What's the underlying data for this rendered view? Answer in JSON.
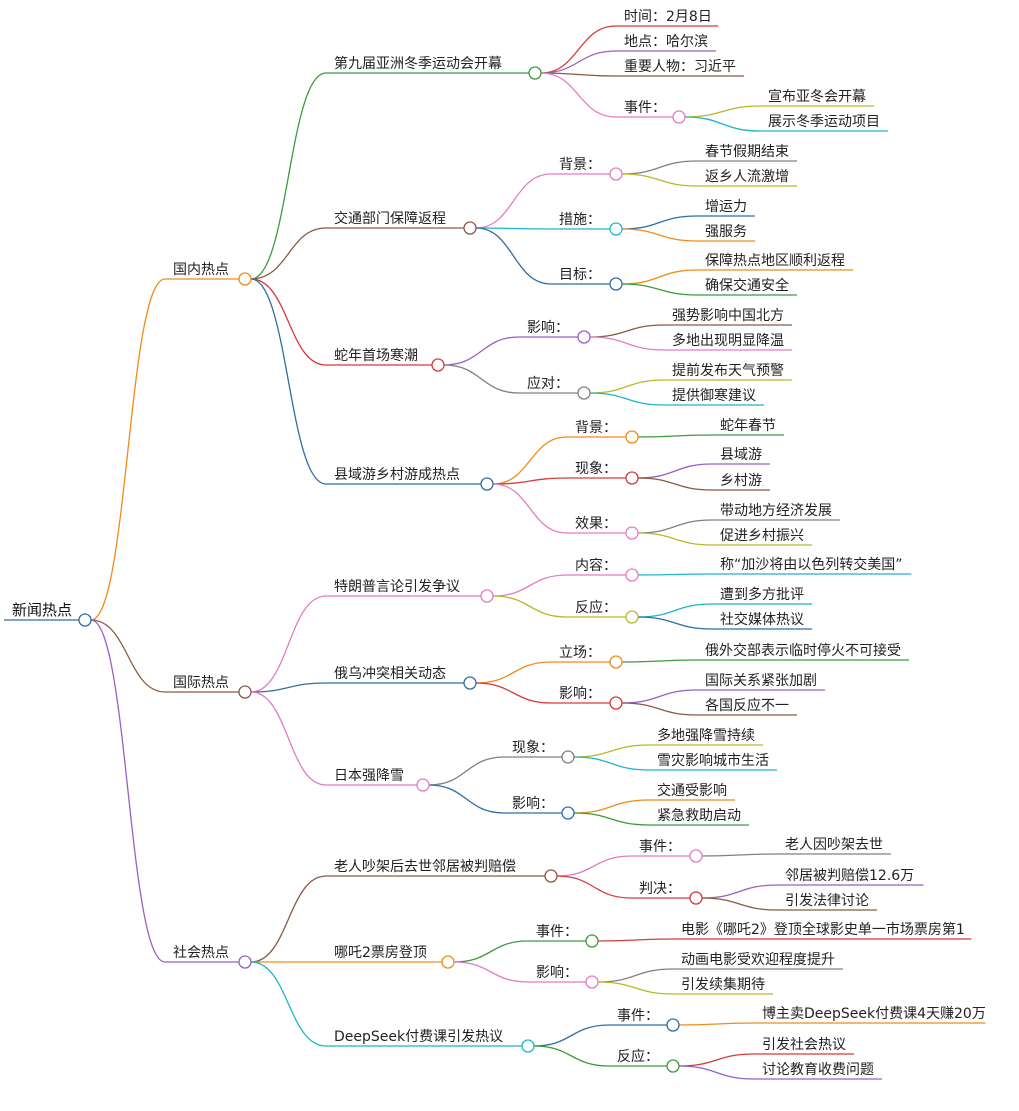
{
  "mindmap": {
    "root": {
      "label": "新闻热点",
      "color": "#2f6ea5",
      "children": [
        {
          "label": "国内热点",
          "color": "#ef8b1a",
          "children": [
            {
              "label": "第九届亚洲冬季运动会开幕",
              "color": "#3d9a3d",
              "children": [
                {
                  "label": "时间：2月8日",
                  "color": "#d63a3a"
                },
                {
                  "label": "地点：哈尔滨",
                  "color": "#9a5fc4"
                },
                {
                  "label": "重要人物：习近平",
                  "color": "#8a5a44"
                },
                {
                  "label": "事件：",
                  "color": "#e47bc5",
                  "children": [
                    {
                      "label": "宣布亚冬会开幕",
                      "color": "#b8b82a"
                    },
                    {
                      "label": "展示冬季运动项目",
                      "color": "#1fb5c9"
                    }
                  ]
                }
              ]
            },
            {
              "label": "交通部门保障返程",
              "color": "#8a5a44",
              "children": [
                {
                  "label": "背景：",
                  "color": "#e47bc5",
                  "children": [
                    {
                      "label": "春节假期结束",
                      "color": "#808080"
                    },
                    {
                      "label": "返乡人流激增",
                      "color": "#b8b82a"
                    }
                  ]
                },
                {
                  "label": "措施：",
                  "color": "#1fb5c9",
                  "children": [
                    {
                      "label": "增运力",
                      "color": "#2f6ea5"
                    },
                    {
                      "label": "强服务",
                      "color": "#ef8b1a"
                    }
                  ]
                },
                {
                  "label": "目标：",
                  "color": "#2f6ea5",
                  "children": [
                    {
                      "label": "保障热点地区顺利返程",
                      "color": "#ef8b1a"
                    },
                    {
                      "label": "确保交通安全",
                      "color": "#3d9a3d"
                    }
                  ]
                }
              ]
            },
            {
              "label": "蛇年首场寒潮",
              "color": "#d63a3a",
              "children": [
                {
                  "label": "影响：",
                  "color": "#9a5fc4",
                  "children": [
                    {
                      "label": "强势影响中国北方",
                      "color": "#8a5a44"
                    },
                    {
                      "label": "多地出现明显降温",
                      "color": "#e47bc5"
                    }
                  ]
                },
                {
                  "label": "应对：",
                  "color": "#808080",
                  "children": [
                    {
                      "label": "提前发布天气预警",
                      "color": "#b8b82a"
                    },
                    {
                      "label": "提供御寒建议",
                      "color": "#1fb5c9"
                    }
                  ]
                }
              ]
            },
            {
              "label": "县域游乡村游成热点",
              "color": "#2f6ea5",
              "children": [
                {
                  "label": "背景：",
                  "color": "#ef8b1a",
                  "children": [
                    {
                      "label": "蛇年春节",
                      "color": "#3d9a3d"
                    }
                  ]
                },
                {
                  "label": "现象：",
                  "color": "#d63a3a",
                  "children": [
                    {
                      "label": "县域游",
                      "color": "#9a5fc4"
                    },
                    {
                      "label": "乡村游",
                      "color": "#8a5a44"
                    }
                  ]
                },
                {
                  "label": "效果：",
                  "color": "#e47bc5",
                  "children": [
                    {
                      "label": "带动地方经济发展",
                      "color": "#808080"
                    },
                    {
                      "label": "促进乡村振兴",
                      "color": "#b8b82a"
                    }
                  ]
                }
              ]
            }
          ]
        },
        {
          "label": "国际热点",
          "color": "#8a5a44",
          "children": [
            {
              "label": "特朗普言论引发争议",
              "color": "#e47bc5",
              "children": [
                {
                  "label": "内容：",
                  "color": "#e47bc5",
                  "children": [
                    {
                      "label": "称“加沙将由以色列转交美国”",
                      "color": "#1fb5c9"
                    }
                  ]
                },
                {
                  "label": "反应：",
                  "color": "#b8b82a",
                  "children": [
                    {
                      "label": "遭到多方批评",
                      "color": "#1fb5c9"
                    },
                    {
                      "label": "社交媒体热议",
                      "color": "#2f6ea5"
                    }
                  ]
                }
              ]
            },
            {
              "label": "俄乌冲突相关动态",
              "color": "#2f6ea5",
              "children": [
                {
                  "label": "立场：",
                  "color": "#ef8b1a",
                  "children": [
                    {
                      "label": "俄外交部表示临时停火不可接受",
                      "color": "#3d9a3d"
                    }
                  ]
                },
                {
                  "label": "影响：",
                  "color": "#d63a3a",
                  "children": [
                    {
                      "label": "国际关系紧张加剧",
                      "color": "#9a5fc4"
                    },
                    {
                      "label": "各国反应不一",
                      "color": "#8a5a44"
                    }
                  ]
                }
              ]
            },
            {
              "label": "日本强降雪",
              "color": "#e47bc5",
              "children": [
                {
                  "label": "现象：",
                  "color": "#808080",
                  "children": [
                    {
                      "label": "多地强降雪持续",
                      "color": "#b8b82a"
                    },
                    {
                      "label": "雪灾影响城市生活",
                      "color": "#1fb5c9"
                    }
                  ]
                },
                {
                  "label": "影响：",
                  "color": "#2f6ea5",
                  "children": [
                    {
                      "label": "交通受影响",
                      "color": "#ef8b1a"
                    },
                    {
                      "label": "紧急救助启动",
                      "color": "#3d9a3d"
                    }
                  ]
                }
              ]
            }
          ]
        },
        {
          "label": "社会热点",
          "color": "#9a5fc4",
          "children": [
            {
              "label": "老人吵架后去世邻居被判赔偿",
              "color": "#8a5a44",
              "children": [
                {
                  "label": "事件：",
                  "color": "#e47bc5",
                  "children": [
                    {
                      "label": "老人因吵架去世",
                      "color": "#808080"
                    }
                  ]
                },
                {
                  "label": "判决：",
                  "color": "#d63a3a",
                  "children": [
                    {
                      "label": "邻居被判赔偿12.6万",
                      "color": "#9a5fc4"
                    },
                    {
                      "label": "引发法律讨论",
                      "color": "#8a5a44"
                    }
                  ]
                }
              ]
            },
            {
              "label": "哪吒2票房登顶",
              "color": "#ef8b1a",
              "children": [
                {
                  "label": "事件：",
                  "color": "#3d9a3d",
                  "children": [
                    {
                      "label": "电影《哪吒2》登顶全球影史单一市场票房第1",
                      "color": "#d63a3a"
                    }
                  ]
                },
                {
                  "label": "影响：",
                  "color": "#e47bc5",
                  "children": [
                    {
                      "label": "动画电影受欢迎程度提升",
                      "color": "#808080"
                    },
                    {
                      "label": "引发续集期待",
                      "color": "#b8b82a"
                    }
                  ]
                }
              ]
            },
            {
              "label": "DeepSeek付费课引发热议",
              "color": "#1fb5c9",
              "children": [
                {
                  "label": "事件：",
                  "color": "#2f6ea5",
                  "children": [
                    {
                      "label": "博主卖DeepSeek付费课4天赚20万",
                      "color": "#ef8b1a"
                    }
                  ]
                },
                {
                  "label": "反应：",
                  "color": "#3d9a3d",
                  "children": [
                    {
                      "label": "引发社会热议",
                      "color": "#d63a3a"
                    },
                    {
                      "label": "讨论教育收费问题",
                      "color": "#9a5fc4"
                    }
                  ]
                }
              ]
            }
          ]
        }
      ]
    }
  }
}
